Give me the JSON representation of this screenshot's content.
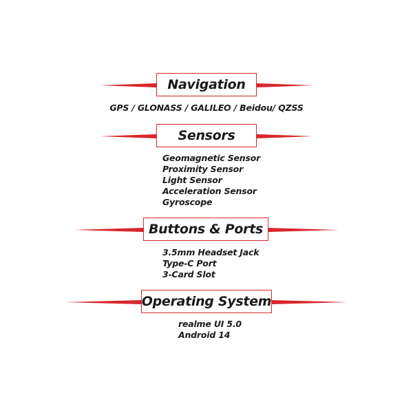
{
  "accent_color": "#d7262c",
  "sections": [
    {
      "title": "Navigation",
      "items": [
        "GPS / GLONASS / GALILEO / Beidou/ QZSS"
      ]
    },
    {
      "title": "Sensors",
      "items": [
        "Geomagnetic Sensor",
        "Proximity Sensor",
        "Light Sensor",
        "Acceleration Sensor",
        "Gyroscope"
      ]
    },
    {
      "title": "Buttons & Ports",
      "items": [
        "3.5mm Headset Jack",
        "Type-C Port",
        "3-Card Slot"
      ]
    },
    {
      "title": "Operating System",
      "items": [
        "realme UI 5.0",
        "Android 14"
      ]
    }
  ]
}
